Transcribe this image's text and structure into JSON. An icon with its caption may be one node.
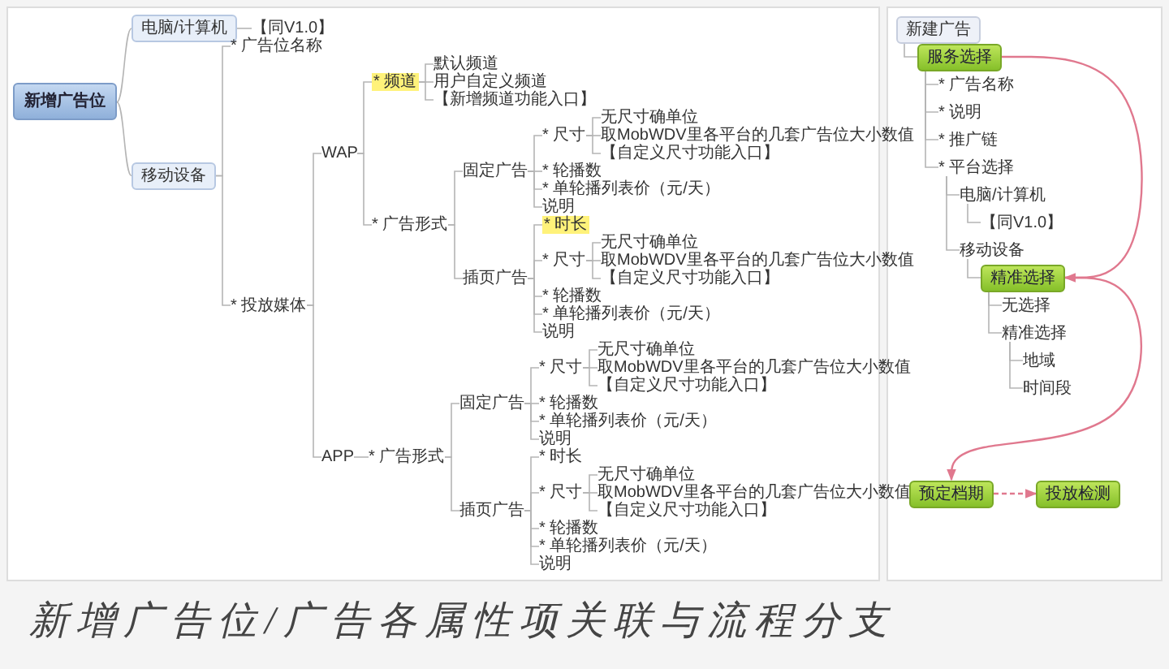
{
  "diagram": {
    "caption": "新增广告位/广告各属性项关联与流程分支",
    "nodes": [
      {
        "text": [
          "新增广告位"
        ]
      },
      {
        "text": [
          "电脑/计算机"
        ]
      },
      {
        "text": [
          "【同V1.0】"
        ]
      },
      {
        "text": [
          "移动设备"
        ]
      },
      {
        "text": [
          "* 广告位名称"
        ]
      },
      {
        "text": [
          "* 投放媒体"
        ]
      },
      {
        "text": [
          "WAP"
        ]
      },
      {
        "text": [
          "* 频道"
        ]
      },
      {
        "text": [
          "默认频道"
        ]
      },
      {
        "text": [
          "用户自定义频道"
        ]
      },
      {
        "text": [
          "【新增频道功能入口】"
        ]
      },
      {
        "text": [
          "* 广告形式"
        ]
      },
      {
        "text": [
          "固定广告"
        ]
      },
      {
        "text": [
          "* 尺寸"
        ]
      },
      {
        "text": [
          "无尺寸确单位"
        ]
      },
      {
        "text": [
          "取MobWDV里各平台的几套广告位大小数值"
        ]
      },
      {
        "text": [
          "【自定义尺寸功能入口】"
        ]
      },
      {
        "text": [
          "* 轮播数"
        ]
      },
      {
        "text": [
          "* 单轮播列表价（元/天）"
        ]
      },
      {
        "text": [
          "说明"
        ]
      },
      {
        "text": [
          "插页广告"
        ]
      },
      {
        "text": [
          "* 时长"
        ]
      },
      {
        "text": [
          "* 尺寸"
        ]
      },
      {
        "text": [
          "无尺寸确单位"
        ]
      },
      {
        "text": [
          "取MobWDV里各平台的几套广告位大小数值"
        ]
      },
      {
        "text": [
          "【自定义尺寸功能入口】"
        ]
      },
      {
        "text": [
          "* 轮播数"
        ]
      },
      {
        "text": [
          "* 单轮播列表价（元/天）"
        ]
      },
      {
        "text": [
          "说明"
        ]
      },
      {
        "text": [
          "APP"
        ]
      },
      {
        "text": [
          "* 广告形式"
        ]
      },
      {
        "text": [
          "固定广告"
        ]
      },
      {
        "text": [
          "* 尺寸"
        ]
      },
      {
        "text": [
          "无尺寸确单位"
        ]
      },
      {
        "text": [
          "取MobWDV里各平台的几套广告位大小数值"
        ]
      },
      {
        "text": [
          "【自定义尺寸功能入口】"
        ]
      },
      {
        "text": [
          "* 轮播数"
        ]
      },
      {
        "text": [
          "* 单轮播列表价（元/天）"
        ]
      },
      {
        "text": [
          "说明"
        ]
      },
      {
        "text": [
          "插页广告"
        ]
      },
      {
        "text": [
          "* 时长"
        ]
      },
      {
        "text": [
          "* 尺寸"
        ]
      },
      {
        "text": [
          "无尺寸确单位"
        ]
      },
      {
        "text": [
          "取MobWDV里各平台的几套广告位大小数值"
        ]
      },
      {
        "text": [
          "【自定义尺寸功能入口】"
        ]
      },
      {
        "text": [
          "* 轮播数"
        ]
      },
      {
        "text": [
          "* 单轮播列表价（元/天）"
        ]
      },
      {
        "text": [
          "说明"
        ]
      },
      {
        "text": [
          "新建广告"
        ]
      },
      {
        "text": [
          "服务选择"
        ]
      },
      {
        "text": [
          "* 广告名称"
        ]
      },
      {
        "text": [
          "* 说明"
        ]
      },
      {
        "text": [
          "* 推广链"
        ]
      },
      {
        "text": [
          "* 平台选择"
        ]
      },
      {
        "text": [
          "电脑/计算机"
        ]
      },
      {
        "text": [
          "【同V1.0】"
        ]
      },
      {
        "text": [
          "移动设备"
        ]
      },
      {
        "text": [
          "精准选择"
        ]
      },
      {
        "text": [
          "无选择"
        ]
      },
      {
        "text": [
          "精准选择"
        ]
      },
      {
        "text": [
          "地域"
        ]
      },
      {
        "text": [
          "时间段"
        ]
      },
      {
        "text": [
          "预定档期"
        ]
      },
      {
        "text": [
          "投放检测"
        ]
      }
    ],
    "edges": [
      {
        "from": 0,
        "to": 1,
        "arrow": "none"
      },
      {
        "from": 1,
        "to": 2,
        "arrow": "none"
      },
      {
        "from": 0,
        "to": 3,
        "arrow": "none"
      },
      {
        "from": 3,
        "to": 4,
        "arrow": "none"
      },
      {
        "from": 3,
        "to": 5,
        "arrow": "none"
      },
      {
        "from": 5,
        "to": 6,
        "arrow": "none"
      },
      {
        "from": 6,
        "to": 7,
        "arrow": "none"
      },
      {
        "from": 7,
        "to": 8,
        "arrow": "none"
      },
      {
        "from": 7,
        "to": 9,
        "arrow": "none"
      },
      {
        "from": 7,
        "to": 10,
        "arrow": "none"
      },
      {
        "from": 6,
        "to": 11,
        "arrow": "none"
      },
      {
        "from": 11,
        "to": 12,
        "arrow": "none"
      },
      {
        "from": 12,
        "to": 13,
        "arrow": "none"
      },
      {
        "from": 13,
        "to": 14,
        "arrow": "none"
      },
      {
        "from": 13,
        "to": 15,
        "arrow": "none"
      },
      {
        "from": 13,
        "to": 16,
        "arrow": "none"
      },
      {
        "from": 12,
        "to": 17,
        "arrow": "none"
      },
      {
        "from": 12,
        "to": 18,
        "arrow": "none"
      },
      {
        "from": 12,
        "to": 19,
        "arrow": "none"
      },
      {
        "from": 11,
        "to": 20,
        "arrow": "none"
      },
      {
        "from": 20,
        "to": 21,
        "arrow": "none"
      },
      {
        "from": 20,
        "to": 22,
        "arrow": "none"
      },
      {
        "from": 22,
        "to": 23,
        "arrow": "none"
      },
      {
        "from": 22,
        "to": 24,
        "arrow": "none"
      },
      {
        "from": 22,
        "to": 25,
        "arrow": "none"
      },
      {
        "from": 20,
        "to": 26,
        "arrow": "none"
      },
      {
        "from": 20,
        "to": 27,
        "arrow": "none"
      },
      {
        "from": 20,
        "to": 28,
        "arrow": "none"
      },
      {
        "from": 5,
        "to": 29,
        "arrow": "none"
      },
      {
        "from": 29,
        "to": 30,
        "arrow": "none"
      },
      {
        "from": 30,
        "to": 31,
        "arrow": "none"
      },
      {
        "from": 31,
        "to": 32,
        "arrow": "none"
      },
      {
        "from": 32,
        "to": 33,
        "arrow": "none"
      },
      {
        "from": 32,
        "to": 34,
        "arrow": "none"
      },
      {
        "from": 32,
        "to": 35,
        "arrow": "none"
      },
      {
        "from": 31,
        "to": 36,
        "arrow": "none"
      },
      {
        "from": 31,
        "to": 37,
        "arrow": "none"
      },
      {
        "from": 31,
        "to": 38,
        "arrow": "none"
      },
      {
        "from": 30,
        "to": 39,
        "arrow": "none"
      },
      {
        "from": 39,
        "to": 40,
        "arrow": "none"
      },
      {
        "from": 39,
        "to": 41,
        "arrow": "none"
      },
      {
        "from": 41,
        "to": 42,
        "arrow": "none"
      },
      {
        "from": 41,
        "to": 43,
        "arrow": "none"
      },
      {
        "from": 41,
        "to": 44,
        "arrow": "none"
      },
      {
        "from": 39,
        "to": 45,
        "arrow": "none"
      },
      {
        "from": 39,
        "to": 46,
        "arrow": "none"
      },
      {
        "from": 39,
        "to": 47,
        "arrow": "none"
      },
      {
        "from": 48,
        "to": 49,
        "arrow": "none"
      },
      {
        "from": 49,
        "to": 50,
        "arrow": "none"
      },
      {
        "from": 49,
        "to": 51,
        "arrow": "none"
      },
      {
        "from": 49,
        "to": 52,
        "arrow": "none"
      },
      {
        "from": 49,
        "to": 53,
        "arrow": "none"
      },
      {
        "from": 53,
        "to": 54,
        "arrow": "none"
      },
      {
        "from": 54,
        "to": 55,
        "arrow": "none"
      },
      {
        "from": 53,
        "to": 56,
        "arrow": "none"
      },
      {
        "from": 56,
        "to": 57,
        "arrow": "none"
      },
      {
        "from": 57,
        "to": 58,
        "arrow": "none"
      },
      {
        "from": 57,
        "to": 59,
        "arrow": "none"
      },
      {
        "from": 59,
        "to": 60,
        "arrow": "none"
      },
      {
        "from": 59,
        "to": 61,
        "arrow": "none"
      },
      {
        "from": 49,
        "to": 57,
        "arrow": "to",
        "color": "#e0788e"
      },
      {
        "from": 57,
        "to": 62,
        "arrow": "to",
        "color": "#e0788e"
      },
      {
        "from": 62,
        "to": 63,
        "arrow": "to",
        "style": "dashed",
        "color": "#e0788e"
      }
    ]
  }
}
